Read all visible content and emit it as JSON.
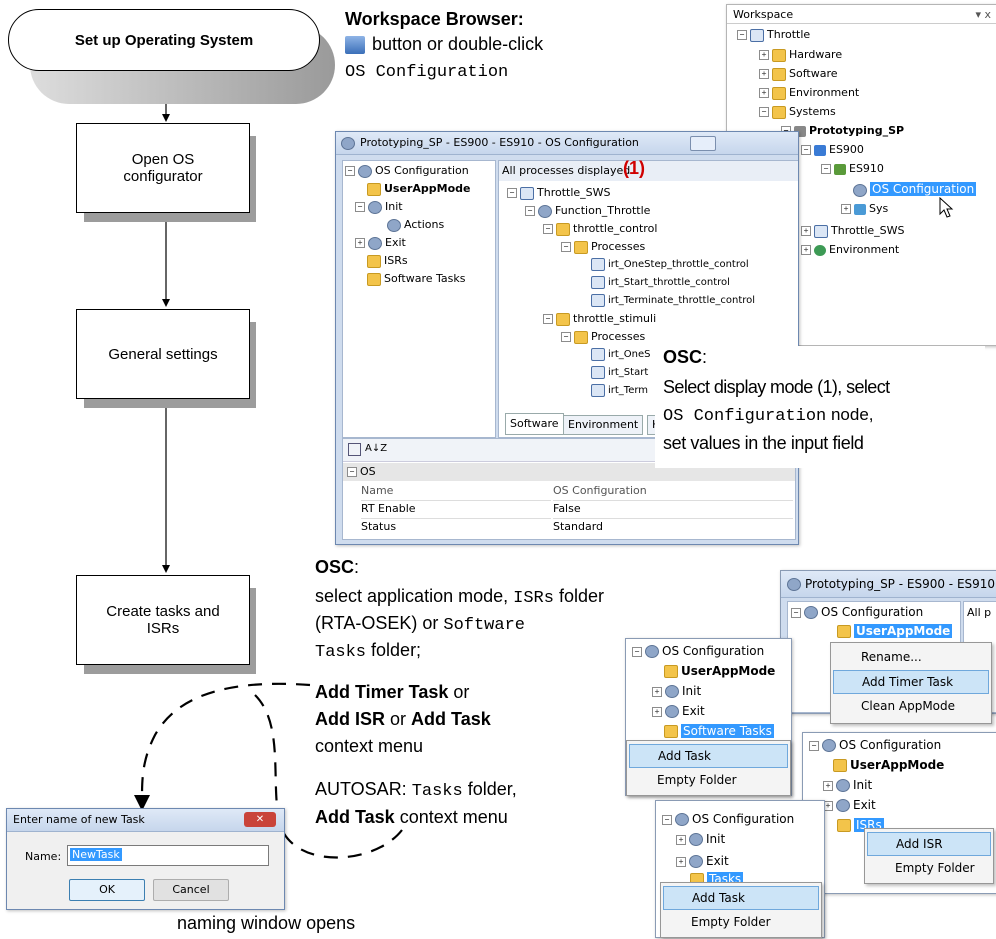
{
  "flow": {
    "start": "Set up Operating System",
    "step1": "Open OS configurator",
    "step2": "General settings",
    "step3": "Create tasks and ISRs"
  },
  "ws_caption": {
    "title": "Workspace Browser:",
    "line2": "button or double-click",
    "line3": "OS Configuration"
  },
  "workspace": {
    "title": "Workspace",
    "pin": "▾ x",
    "items": [
      "Throttle",
      "Hardware",
      "Software",
      "Environment",
      "Systems",
      "Prototyping_SP",
      "ES900",
      "ES910",
      "OS Configuration",
      "Sys",
      "Throttle_SWS",
      "Environment"
    ]
  },
  "osc_window": {
    "title": "Prototyping_SP - ES900 - ES910 - OS Configuration",
    "left_tree": [
      "OS Configuration",
      "UserAppMode",
      "Init",
      "Actions",
      "Exit",
      "ISRs",
      "Software Tasks"
    ],
    "header": "All processes displayed",
    "marker": "(1)",
    "right_tree": [
      "Throttle_SWS",
      "Function_Throttle",
      "throttle_control",
      "Processes",
      "irt_OneStep_throttle_control",
      "irt_Start_throttle_control",
      "irt_Terminate_throttle_control",
      "throttle_stimuli",
      "Processes",
      "irt_OneS",
      "irt_Start",
      "irt_Term"
    ],
    "tabs": [
      "Software",
      "Environment",
      "Har"
    ],
    "sort_icon": "A↓Z",
    "props_section": "OS",
    "props": [
      [
        "Name",
        "OS Configuration"
      ],
      [
        "RT Enable",
        "False"
      ],
      [
        "Status",
        "Standard"
      ]
    ]
  },
  "osc_caption": {
    "head": "OSC",
    "colon": ":",
    "line1": "Select display mode (1), select",
    "line2_mono": "OS Configuration",
    "line2_rest": "node,",
    "line3": "set values in the input field"
  },
  "tasks_caption": {
    "head": "OSC",
    "colon": ":",
    "l1a": "select application mode,",
    "l1b": "ISRs",
    "l1c": "folder",
    "l2": "(RTA-OSEK) or",
    "l2m": "Software",
    "l3m": "Tasks",
    "l3": "folder;",
    "b1": "Add Timer Task",
    "or1": "or",
    "b2": "Add ISR",
    "or2": "or",
    "b3": "Add Task",
    "l6": "context menu",
    "a1": "AUTOSAR:",
    "a1m": "Tasks",
    "a1b": "folder,",
    "a2b": "Add Task",
    "a2": "context menu",
    "naming": "naming window opens"
  },
  "ctx1": {
    "title": "Prototyping_SP - ES900 - ES910 -",
    "tree": [
      "OS Configuration",
      "UserAppMode"
    ],
    "allp": "All p",
    "menu": [
      "Rename...",
      "Add Timer Task",
      "Clean AppMode"
    ]
  },
  "ctx2": {
    "tree": [
      "OS Configuration",
      "UserAppMode",
      "Init",
      "Exit",
      "Software Tasks"
    ],
    "menu": [
      "Add Task",
      "Empty Folder"
    ]
  },
  "ctx3": {
    "tree": [
      "OS Configuration",
      "UserAppMode",
      "Init",
      "Exit",
      "ISRs"
    ],
    "menu": [
      "Add ISR",
      "Empty Folder"
    ]
  },
  "ctx4": {
    "tree": [
      "OS Configuration",
      "Init",
      "Exit",
      "Tasks"
    ],
    "menu": [
      "Add Task",
      "Empty Folder"
    ]
  },
  "dialog": {
    "title": "Enter name of new Task",
    "label": "Name:",
    "value": "NewTask",
    "ok": "OK",
    "cancel": "Cancel"
  }
}
